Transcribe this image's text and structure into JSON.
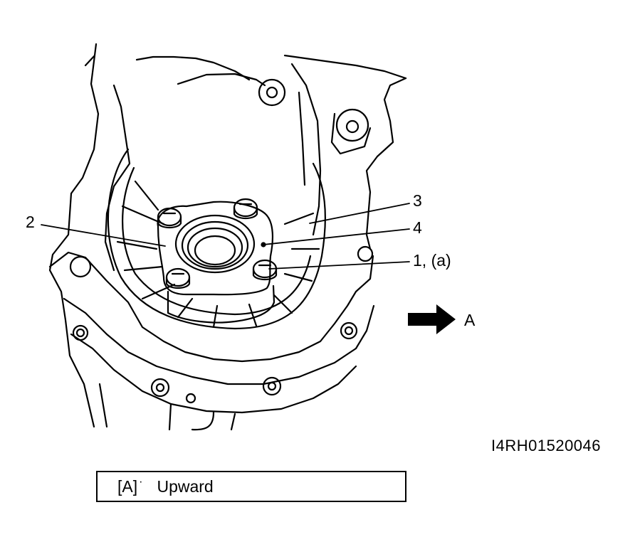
{
  "callouts": {
    "c1": "1, (a)",
    "c2": "2",
    "c3": "3",
    "c4": "4",
    "view_arrow": "A"
  },
  "figure_code": "I4RH01520046",
  "legend": {
    "key": "[A]",
    "separator": "·",
    "value": "Upward"
  }
}
